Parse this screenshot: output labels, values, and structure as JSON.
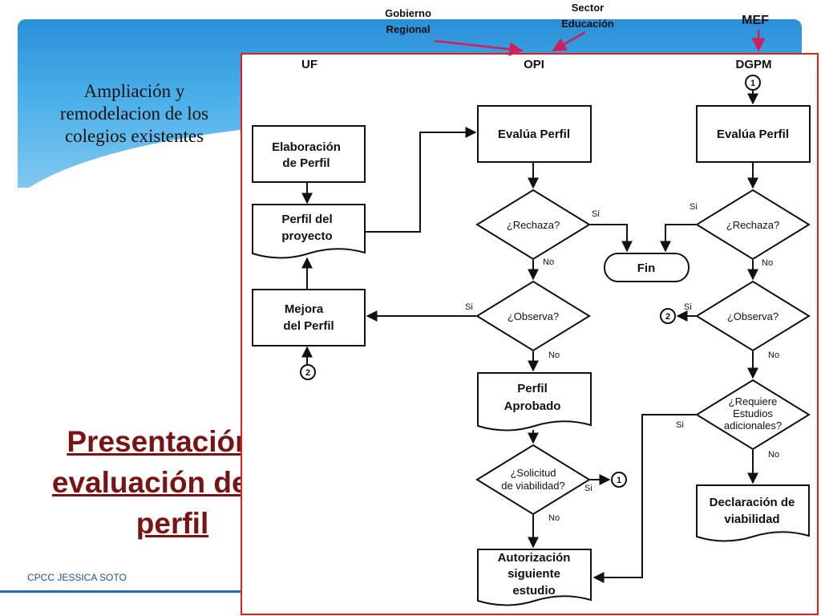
{
  "annotations": {
    "gobierno_regional": [
      "Gobierno",
      "Regional"
    ],
    "sector_educacion": [
      "Sector",
      "Educación"
    ],
    "mef": "MEF"
  },
  "slide": {
    "subtitle": "Ampliación y remodelacion de los colegios existentes",
    "title": "Presentación y evaluación de un perfil",
    "footer": "CPCC JESSICA SOTO"
  },
  "columns": [
    "UF",
    "OPI",
    "DGPM"
  ],
  "uf": {
    "elaboracion": [
      "Elaboración",
      "de Perfil"
    ],
    "perfil_proyecto": [
      "Perfil del",
      "proyecto"
    ],
    "mejora": [
      "Mejora",
      "del Perfil"
    ]
  },
  "opi": {
    "evalua": "Evalúa Perfil",
    "rechaza": "¿Rechaza?",
    "observa": "¿Observa?",
    "aprobado": [
      "Perfil",
      "Aprobado"
    ],
    "solicitud": [
      "¿Solicitud",
      "de viabilidad?"
    ],
    "autorizacion": [
      "Autorización",
      "siguiente",
      "estudio"
    ]
  },
  "dgpm": {
    "evalua": "Evalúa Perfil",
    "rechaza": "¿Rechaza?",
    "observa": "¿Observa?",
    "requiere": [
      "¿Requiere",
      "Estudios",
      "adicionales?"
    ],
    "declaracion": [
      "Declaración de",
      "viabilidad"
    ]
  },
  "fin": "Fin",
  "connectors": {
    "one": "1",
    "two": "2"
  },
  "edge_labels": {
    "si": "Si",
    "no": "No"
  },
  "colors": {
    "frame": "#e02020",
    "arrow_pink": "#d0205a",
    "title": "#7a1414",
    "banner": "#2a8fd8"
  }
}
